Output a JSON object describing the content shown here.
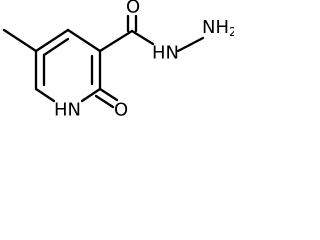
{
  "diagram": {
    "atoms": {
      "carbonyl_oxygen": "O",
      "hydrazide_nh": "HN",
      "hydrazide_nh2": "NH",
      "hydrazide_nh2_subscript": "2",
      "ring_nh": "HN",
      "ring_oxo": "O"
    },
    "colors": {
      "bond": "#000000",
      "label": "#000000",
      "background": "#ffffff"
    }
  }
}
